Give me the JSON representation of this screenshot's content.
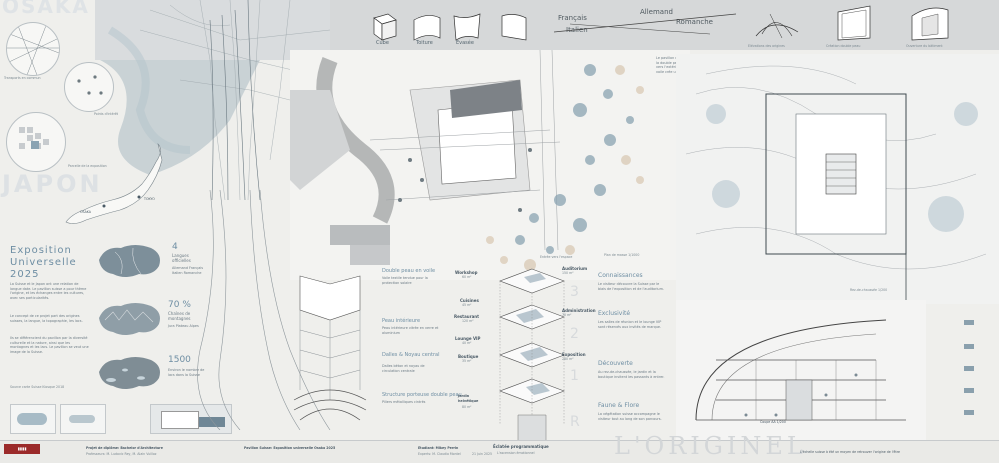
{
  "header": {
    "city_title": "OSAKA",
    "country_title": "JAPON",
    "city_tokyo": "TOKYO",
    "city_osaka": "OSAKA",
    "forms": [
      "Cube",
      "Toiture",
      "Evasée"
    ],
    "languages": [
      "Français",
      "Allemand",
      "Italien",
      "Romanche"
    ],
    "elevations": [
      "Elévations des origines",
      "Création double peau",
      "Ouverture du bâtiment"
    ]
  },
  "left": {
    "map_labels": [
      "Transports en commun",
      "Points d'intérêt",
      "Parcelle de la exposition"
    ],
    "expo_title": "Exposition Universelle 2025",
    "stat_langs_value": "4",
    "stat_langs_label": "Langues officielles",
    "stat_langs_sub": "Allemand Français Italien Romanche",
    "stat_mount_value": "70 %",
    "stat_mount_label": "Chaînes de montagnes",
    "stat_mount_sub": "Jura Plateau Alpes",
    "stat_lakes_value": "1500",
    "stat_lakes_label": "Environ le nombre de lacs dans la Suisse",
    "para1": "La Suisse et le Japon ont une relation de longue date. Le pavillon suisse a pour thème l'origine, et les échanges entre les cultures, avec ses particularités.",
    "para2": "Le concept de ce projet part des origines suisses, la langue, la topographie, les lacs.",
    "para3": "Ils se différencient du pavillon par la diversité culturelle et la nature, ainsi que les montagnes et les lacs. Le pavillon se veut une image de la Suisse.",
    "credit": "Source carte Suisse Kiosque 2018"
  },
  "center": {
    "structure_titles": [
      "Double peau en voile",
      "Peau intérieure",
      "Dalles & Noyau central",
      "Structure porteuse double peau"
    ],
    "structure_texts": [
      "Voile textile tendue pour la protection solaire",
      "Peau intérieure vitrée en verre et aluminium",
      "Dalles béton et noyau de circulation centrale",
      "Piliers métalliques cintrés"
    ],
    "mass_plan": "Plan de masse 1/1000",
    "entrance": "Entrée vers l'espace",
    "programs_left": [
      "Workshop",
      "Cuisines",
      "Restaurant",
      "Lounge VIP",
      "Boutique",
      "Jardin helvétique"
    ],
    "programs_right": [
      "Auditorium",
      "Administration",
      "Exposition"
    ],
    "floor_numbers": [
      "3",
      "2",
      "1",
      "R"
    ],
    "areas_left": [
      "60 m²",
      "45 m²",
      "120 m²",
      "40 m²",
      "35 m²",
      "80 m²"
    ],
    "areas_right": [
      "150 m²",
      "70 m²",
      "280 m²"
    ]
  },
  "right": {
    "top_text": "Le pavillon reflète les origines suisses, la double peau se déploie et s'ouvre vers l'extérieur. La peau extérieure en voile crée un dialogue avec le site.",
    "connaissances_title": "Connaissances",
    "connaissances_text": "Le visiteur découvre la Suisse par le biais de l'exposition et de l'auditorium.",
    "exclusivite_title": "Exclusivité",
    "exclusivite_text": "Les salles de réunion et le lounge VIP sont réservés aux invités de marque.",
    "decouverte_title": "Découverte",
    "decouverte_text": "Au rez-de-chaussée, le jardin et la boutique invitent les passants à entrer.",
    "faune_title": "Faune & Flore",
    "faune_text": "La végétation suisse accompagne le visiteur tout au long de son parcours.",
    "section_label": "Coupe AA 1/200",
    "detail_label": "Rez-de-chaussée 1/200"
  },
  "footer": {
    "diploma": "Projet de diplôme: Bachelor d'Architecture",
    "pavilion": "Pavillon Suisse: Exposition universelle Osaka 2025",
    "student": "Etudiant: Mikey Perrin",
    "exploded": "Éclatée programmatique",
    "emotion": "L'ascension émotionnel",
    "date": "21 Juin 2025",
    "big_title": "L'ORIGINEL",
    "right_note": "L'échelle suisse à été un moyen de retrouver l'origine de l'être",
    "supervisors": "Experts: M. Claudio Montel",
    "professors": "Professeurs: M. Ludovic Rey, M. Alain Vuilloz"
  },
  "colors": {
    "accent_blue": "#7d97aa",
    "paper": "#efefec",
    "lake_blue": "#8ea9b9"
  }
}
